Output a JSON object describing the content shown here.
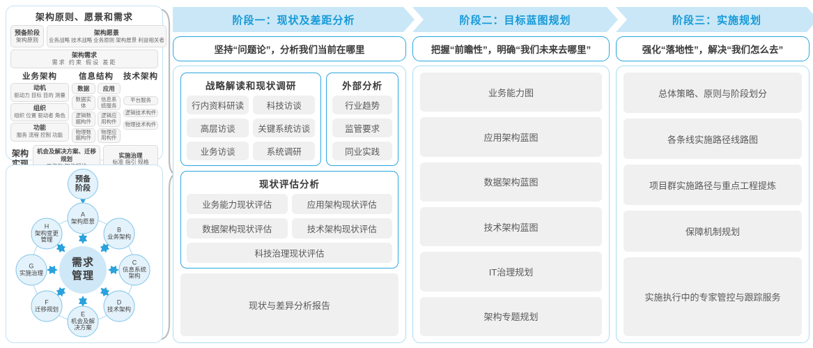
{
  "colors": {
    "band_bg": "#c9e7f7",
    "band_text": "#169ad8",
    "accent_blue_border": "#2aa6de",
    "light_blue_border": "#a9dbf2",
    "gray_item_bg": "#f0f0f0",
    "node_fill": "#e4f2fb",
    "node_stroke": "#84c6e9",
    "center_fill": "#cfe8f7",
    "arrow_blue": "#2ba2dd",
    "brace_gray": "#bcbcbc"
  },
  "left_top_panel": {
    "title": "架构原则、愿景和需求",
    "prep_box": {
      "title": "预备阶段",
      "sub": "架构原则"
    },
    "vision_box": {
      "title": "架构愿景",
      "sub": "业务战略 技术战略 业务原则 架构愿景 利益相关者"
    },
    "req_box": {
      "title": "架构需求",
      "sub": "需求  约束  假设  差距"
    },
    "columns": [
      {
        "header": "业务架构",
        "boxes": [
          {
            "title": "动机",
            "sub": "驱动力 目标 目的 测量"
          },
          {
            "title": "组织",
            "sub": "组织 位置 驱动者 角色"
          },
          {
            "title": "功能",
            "sub": "服务 流程 控制 功能"
          }
        ]
      },
      {
        "header": "信息结构",
        "subcolumns": [
          {
            "header": "数据",
            "items": [
              "数据实体",
              "逻辑数据构件",
              "物理数据构件"
            ]
          },
          {
            "header": "应用",
            "items": [
              "信息系统服务",
              "逻辑应用构件",
              "物理应用构件"
            ]
          }
        ]
      },
      {
        "header": "技术架构",
        "items": [
          "平台服务",
          "逻辑技术构件",
          "物理技术构件"
        ]
      }
    ],
    "bottom": {
      "label": "架构实现",
      "boxes": [
        {
          "title": "机会及解决方案、迁移规划",
          "sub": "工作包  架构契约"
        },
        {
          "title": "实施治理",
          "sub": "标准  指引  规格"
        }
      ]
    }
  },
  "adm_cycle": {
    "prep": "预备阶段",
    "center": "需求管理",
    "nodes": [
      {
        "key": "A",
        "label": "架构愿景"
      },
      {
        "key": "B",
        "label": "业务架构"
      },
      {
        "key": "C",
        "label": "信息系统架构"
      },
      {
        "key": "D",
        "label": "技术架构"
      },
      {
        "key": "E",
        "label": "机会及解决方案"
      },
      {
        "key": "F",
        "label": "迁移规划"
      },
      {
        "key": "G",
        "label": "实施治理"
      },
      {
        "key": "H",
        "label": "架构变更管理"
      }
    ]
  },
  "phases": [
    {
      "header": "阶段一：现状及差距分析",
      "subtitle": "坚持“问题论”，分析我们当前在哪里"
    },
    {
      "header": "阶段二：目标蓝图规划",
      "subtitle": "把握“前瞻性”，明确“我们未来去哪里”",
      "items": [
        "业务能力图",
        "应用架构蓝图",
        "数据架构蓝图",
        "技术架构蓝图",
        "IT治理规划",
        "架构专题规划"
      ]
    },
    {
      "header": "阶段三：实施规划",
      "subtitle": "强化“落地性”，解决“我们怎么去”",
      "items": [
        "总体策略、原则与阶段划分",
        "各条线实施路径线路图",
        "项目群实施路径与重点工程提炼",
        "保障机制规划",
        "实施执行中的专家管控与跟踪服务"
      ]
    }
  ],
  "phase1": {
    "groups": [
      {
        "title": "战略解读和现状调研",
        "items": [
          "行内资料研读",
          "科技访谈",
          "高层访谈",
          "关键系统访谈",
          "业务访谈",
          "系统调研"
        ]
      },
      {
        "title": "外部分析",
        "items": [
          "行业趋势",
          "监管要求",
          "同业实践"
        ]
      },
      {
        "title": "现状评估分析",
        "items": [
          "业务能力现状评估",
          "应用架构现状评估",
          "数据架构现状评估",
          "技术架构现状评估",
          "科技治理现状评估"
        ]
      }
    ],
    "report": "现状与差异分析报告"
  }
}
